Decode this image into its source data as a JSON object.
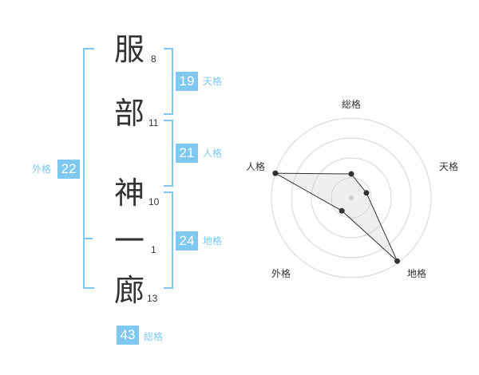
{
  "name_chars": [
    {
      "char": "服",
      "strokes": "8"
    },
    {
      "char": "部",
      "strokes": "11"
    },
    {
      "char": "神",
      "strokes": "10"
    },
    {
      "char": "一",
      "strokes": "1"
    },
    {
      "char": "廊",
      "strokes": "13"
    }
  ],
  "fortunes": {
    "tenkaku": {
      "value": "19",
      "label": "天格"
    },
    "jinkaku": {
      "value": "21",
      "label": "人格"
    },
    "chikaku": {
      "value": "24",
      "label": "地格"
    },
    "gaikaku": {
      "value": "22",
      "label": "外格"
    },
    "soukaku": {
      "value": "43",
      "label": "総格"
    }
  },
  "radar": {
    "axes": [
      "総格",
      "天格",
      "地格",
      "外格",
      "人格"
    ],
    "levels": [
      0.3,
      0.2,
      0.98,
      0.2,
      1.0
    ]
  },
  "colors": {
    "accent": "#7fc8f2",
    "text": "#333333"
  }
}
